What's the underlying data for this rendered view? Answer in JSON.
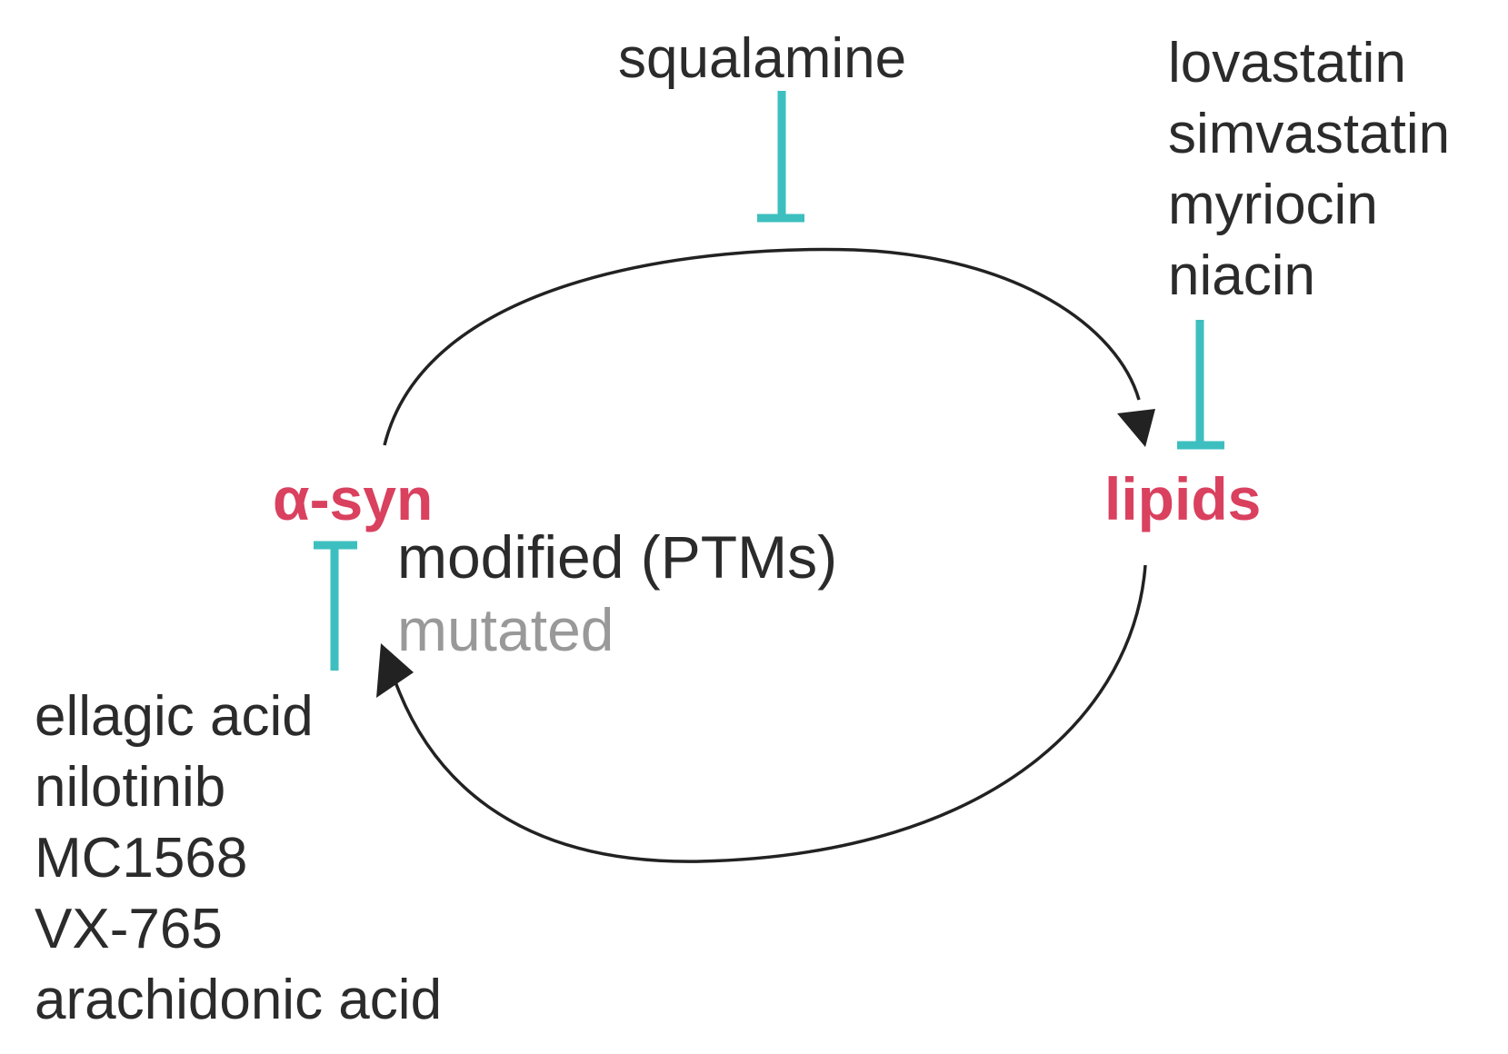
{
  "nodes": {
    "alpha_syn": "α-syn",
    "lipids": "lipids"
  },
  "alpha_syn_states": {
    "modified": "modified (PTMs)",
    "mutated": "mutated"
  },
  "inhibitors": {
    "cycle_forward": [
      "squalamine"
    ],
    "lipids": [
      "lovastatin",
      "simvastatin",
      "myriocin",
      "niacin"
    ],
    "alpha_syn": [
      "ellagic acid",
      "nilotinib",
      "MC1568",
      "VX-765",
      "arachidonic acid"
    ]
  },
  "colors": {
    "node_text": "#d9415f",
    "inhibition": "#3dbfbf",
    "arrow": "#222222",
    "text": "#2b2b2b",
    "muted_text": "#999999"
  }
}
